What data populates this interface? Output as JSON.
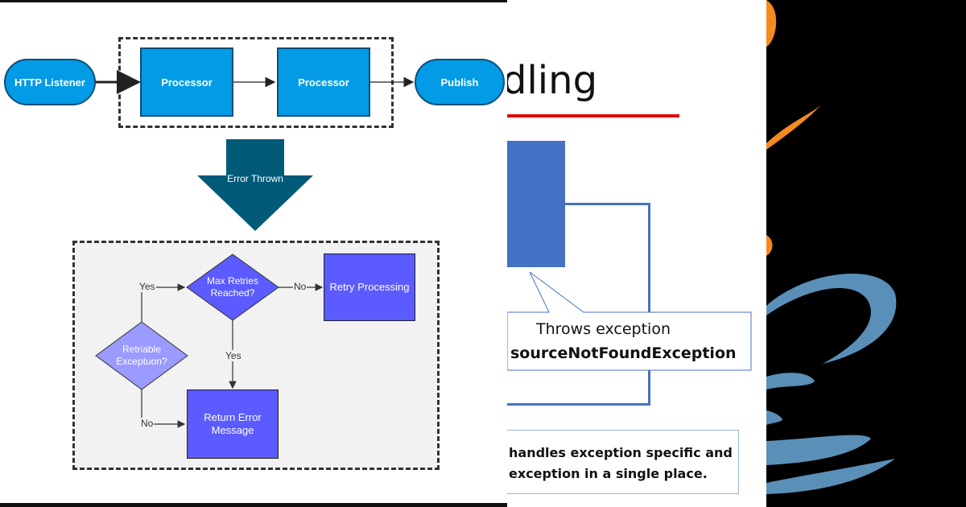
{
  "slide": {
    "title_fragment": "dling",
    "callout_line1": "Throws exception",
    "callout_line2": "sourceNotFoundException",
    "note_line1": "handles exception specific and",
    "note_line2": "exception in a single place."
  },
  "diagram": {
    "http_listener": "HTTP Listener",
    "processor_1": "Processor",
    "processor_2": "Processor",
    "publish": "Publish",
    "error_thrown": "Error Thrown",
    "retriable": "Retriable Exceptuon?",
    "max_retries": "Max Retries Reached?",
    "retry_processing": "Retry Processing",
    "return_error": "Return Error Message",
    "label_yes_top": "Yes",
    "label_no_right": "No",
    "label_yes_down": "Yes",
    "label_no_bottom": "No"
  },
  "colors": {
    "process_blue": "#039be5",
    "arrow_teal": "#005a78",
    "purple": "#5b5bff",
    "lavender": "#9a9aff",
    "slide_blue": "#4472c4",
    "title_red": "#e00000",
    "java_orange": "#f58a1f",
    "java_blue": "#5a8fb8"
  }
}
